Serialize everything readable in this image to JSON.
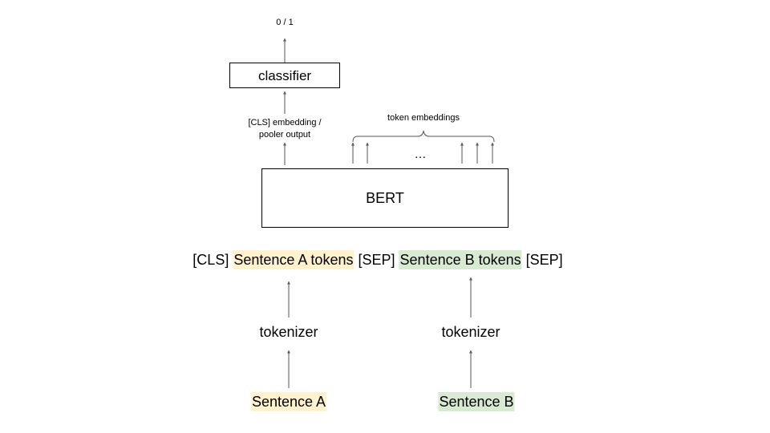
{
  "diagram": {
    "output_label": "0 / 1",
    "classifier_label": "classifier",
    "cls_embedding_label_line1": "[CLS] embedding /",
    "cls_embedding_label_line2": "pooler output",
    "token_embeddings_label": "token embeddings",
    "ellipsis": "…",
    "bert_label": "BERT",
    "sequence": {
      "cls": "[CLS]",
      "sentence_a_tokens": "Sentence A tokens",
      "sep1": "[SEP]",
      "sentence_b_tokens": "Sentence B tokens",
      "sep2": "[SEP]"
    },
    "tokenizer_a_label": "tokenizer",
    "tokenizer_b_label": "tokenizer",
    "sentence_a": "Sentence A",
    "sentence_b": "Sentence B"
  },
  "colors": {
    "sentence_a_highlight": "#fff2cc",
    "sentence_b_highlight": "#d9ead3",
    "arrow": "#555555"
  }
}
